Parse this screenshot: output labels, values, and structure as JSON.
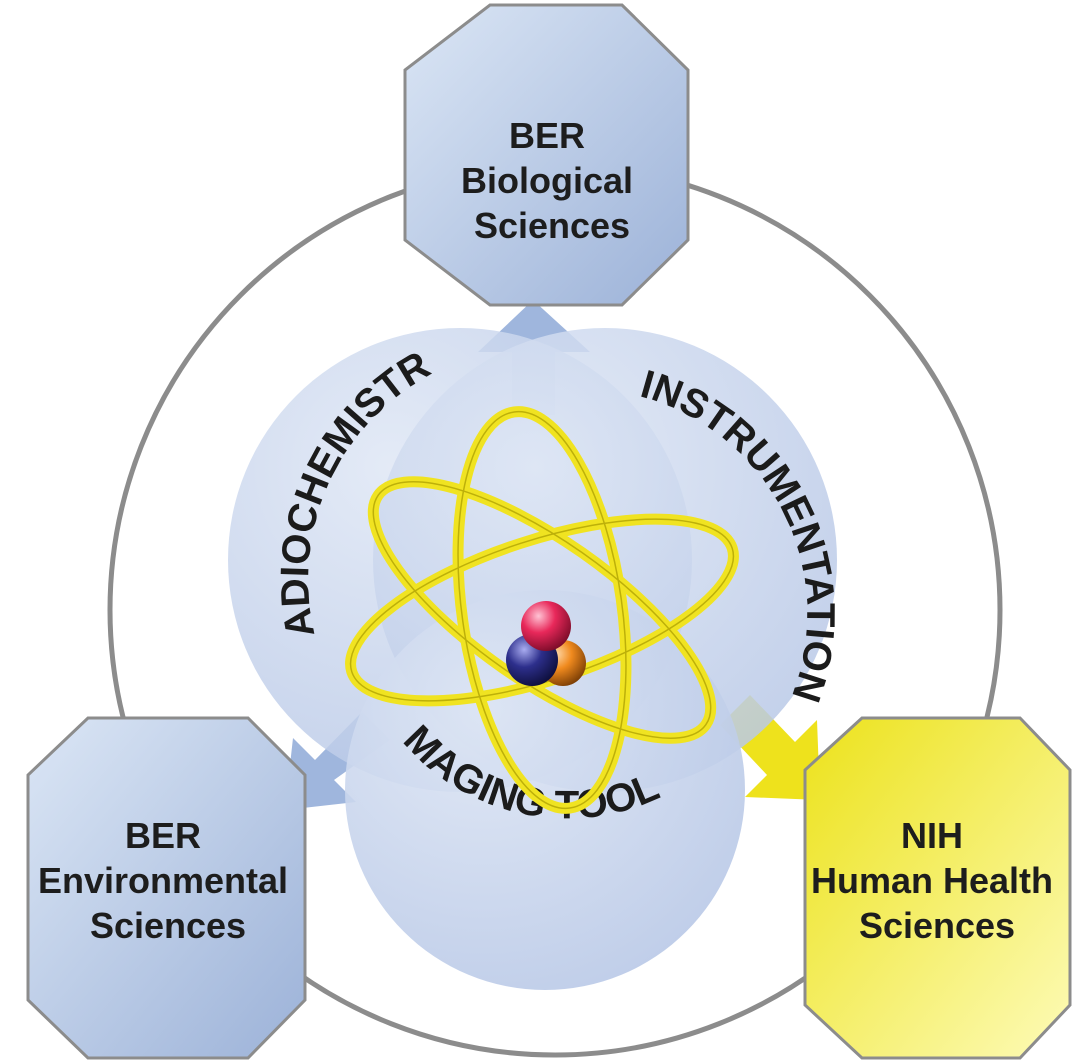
{
  "colors": {
    "ring": "#8c8c8c",
    "ber_node_light": "#dbe6f5",
    "ber_node_dark": "#9cb2d8",
    "nih_node_light": "#fdfbb8",
    "nih_node_dark": "#ece21a",
    "venn_circle": "#b7c7e6",
    "arrow_blue": "#9fb6dd",
    "arrow_yellow": "#eee21c",
    "orbit_yellow": "#f0e321",
    "nucleus_red": "#e8285a",
    "nucleus_blue": "#2d2f8c",
    "nucleus_orange": "#f08a1e"
  },
  "nodes": {
    "top": {
      "lines": [
        "BER",
        "Biological",
        "Sciences"
      ]
    },
    "bottom_left": {
      "lines": [
        "BER",
        "Environmental",
        "Sciences"
      ]
    },
    "bottom_right": {
      "lines": [
        "NIH",
        "Human Health",
        "Sciences"
      ]
    }
  },
  "venn": {
    "radiochemistry": "RADIOCHEMISTRY",
    "instrumentation": "INSTRUMENTATION",
    "imaging_tools": "IMAGING TOOLS"
  },
  "icons": {
    "center": "atom-icon"
  }
}
